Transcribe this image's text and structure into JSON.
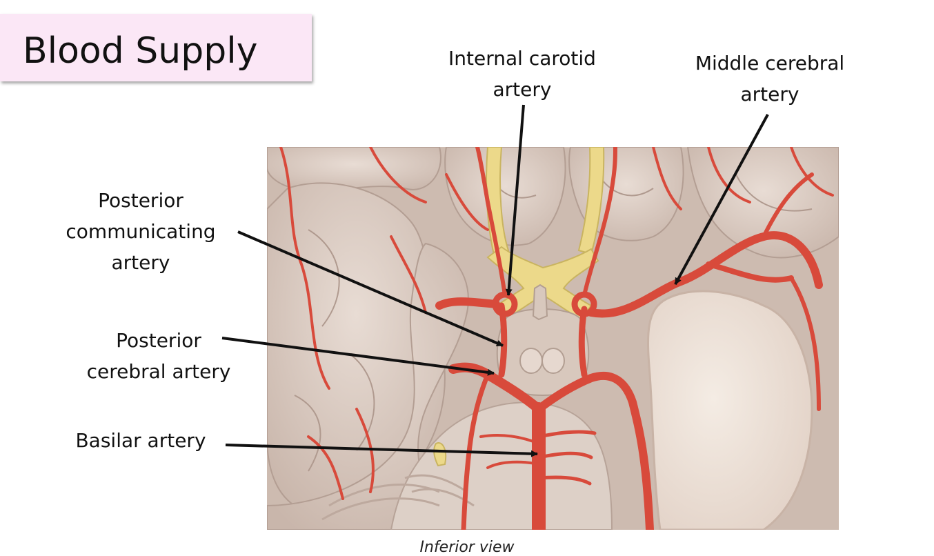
{
  "title": "Blood Supply",
  "labels": {
    "internal_carotid": [
      "Internal carotid",
      "artery"
    ],
    "middle_cerebral": [
      "Middle cerebral",
      "artery"
    ],
    "posterior_communicating": [
      "Posterior",
      "communicating",
      "artery"
    ],
    "posterior_cerebral": [
      "Posterior",
      "cerebral artery"
    ],
    "basilar": [
      "Basilar artery"
    ]
  },
  "caption": "Inferior view",
  "colors": {
    "title_background": "#fbe7f6",
    "artery": "#d84a3b",
    "nerve": "#ecd98a",
    "brain": "#ddcfc6",
    "arrow": "#111111"
  }
}
